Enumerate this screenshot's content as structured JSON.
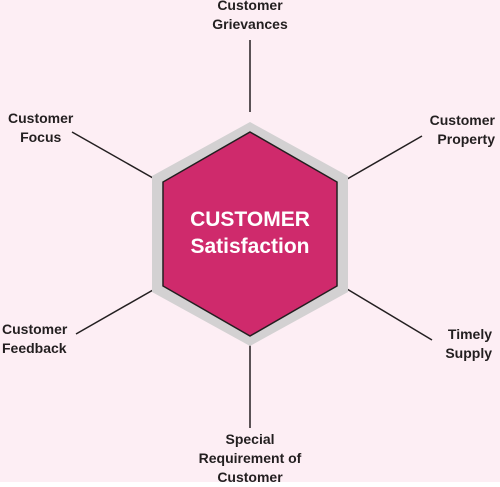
{
  "colors": {
    "background": "#fdeef4",
    "hexagon_fill": "#cf2a6c",
    "hexagon_shadow": "#d3d1d2",
    "connector_line": "#231f20",
    "label_text": "#231f20",
    "center_text": "#ffffff"
  },
  "center": {
    "line1": "CUSTOMER",
    "line2": "Satisfaction"
  },
  "nodes": {
    "grievances": {
      "line1": "Customer",
      "line2": "Grievances"
    },
    "property": {
      "line1": "Customer",
      "line2": "Property"
    },
    "supply": {
      "line1": "Timely",
      "line2": "Supply"
    },
    "special": {
      "line1": "Special",
      "line2": "Requirement of",
      "line3": "Customer"
    },
    "feedback": {
      "line1": "Customer",
      "line2": "Feedback"
    },
    "focus": {
      "line1": "Customer",
      "line2": "Focus"
    }
  }
}
